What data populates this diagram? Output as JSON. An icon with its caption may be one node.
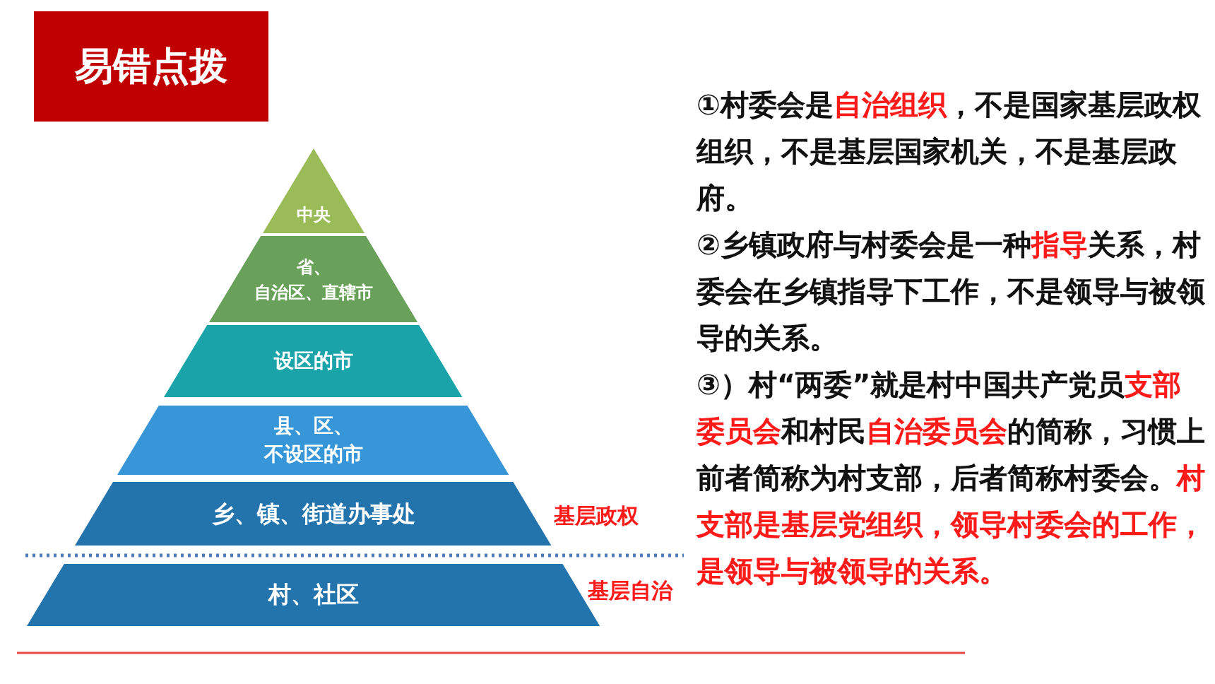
{
  "diagram": {
    "nodes": [
      {
        "text": [
          "易错点拨"
        ]
      },
      {
        "text": [
          "中央"
        ]
      },
      {
        "text": [
          "省、",
          "自治区、直辖市"
        ]
      },
      {
        "text": [
          "设区的市"
        ]
      },
      {
        "text": [
          "县、区、",
          "不设区的市"
        ]
      },
      {
        "text": [
          "乡、镇、街道办事处"
        ]
      },
      {
        "text": [
          "村、社区"
        ]
      }
    ],
    "labels": [
      "基层政权",
      "基层自治",
      "①村委会是**自治组织**，不是国家基层政权组织，不是基层国家机关，不是基层政府。",
      "②乡镇政府与村委会是一种**指导**关系，村委会在乡镇指导下工作，不是领导与被领导的关系。",
      "③）村“两委”就是村中国共产党员**支部委员会**和村民**自治委员会**的简称，习惯上前者简称为村支部，后者简称村委会。**村支部是基层党组织，领导村委会的工作，是领导与被领导的关系。**"
    ]
  }
}
